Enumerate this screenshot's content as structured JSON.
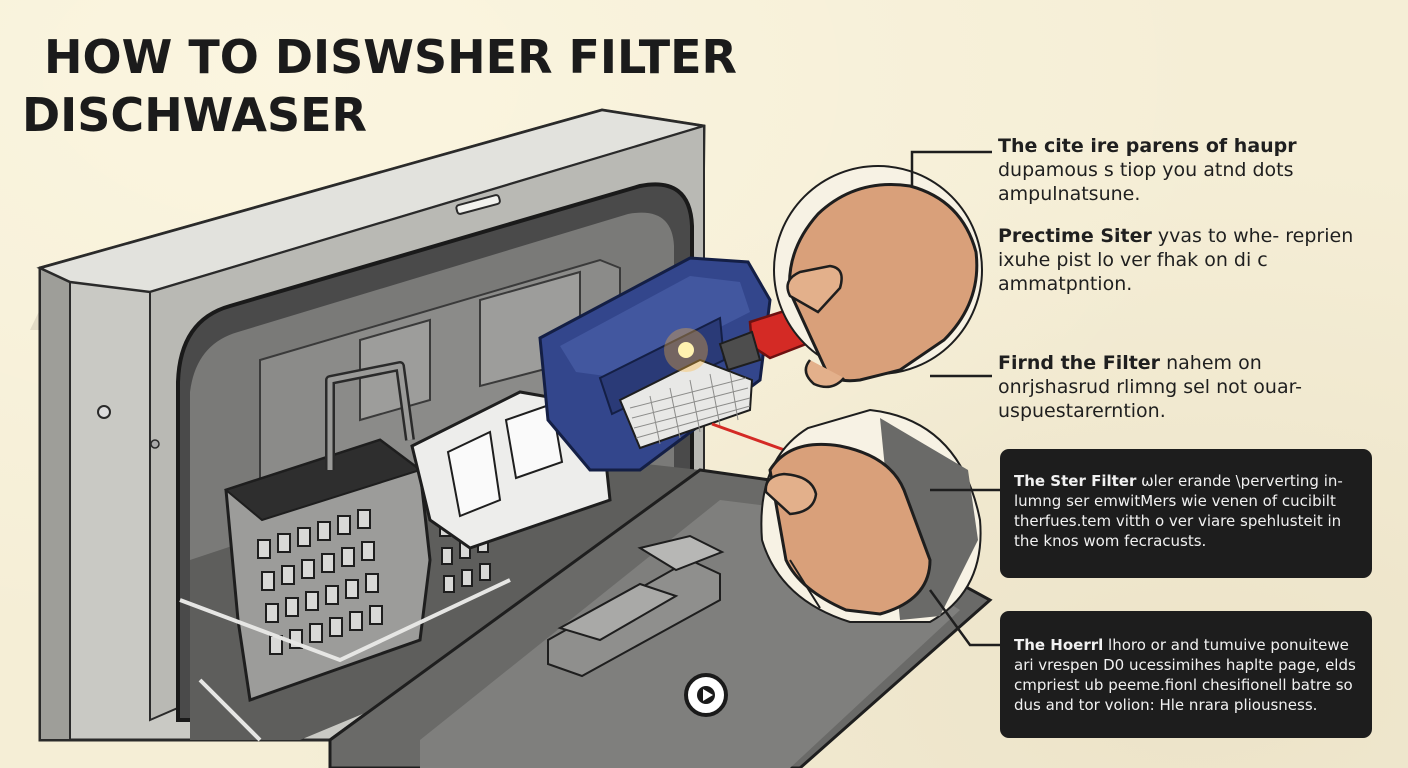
{
  "title": {
    "line1": "HOW TO DISWSHER FILTER",
    "line2": "DISCHWASER"
  },
  "steps": [
    {
      "bold": "The cite ire parens of haupr",
      "body": "dupamous s tiop you atnd dots ampulnatsune."
    },
    {
      "bold": "Prectime Siter",
      "body": " yvas to  whe- reprien ixuhe pist lo ver fhak on di c ammatpntion."
    },
    {
      "bold": "Firnd the Filter",
      "body": " nahem on onrjshasrud rlimng sel not ouar- uspuestarerntion."
    }
  ],
  "callouts": [
    {
      "bold": "The Ster Filter",
      "body": " ωler erande \\perverting in- lumng ser emwitMers wie venen of cucibilt therfues.tem vitth o ver viare spehlusteit in the knos wom fecracusts."
    },
    {
      "bold": "The Hoerrl",
      "body": " lhoro or and tumuive ponuitewe ari vrespen D0 ucessimihes haplte page, elds cmpriest ub peeme.fionl chesifionell batre so dus and tor volion: Hle nrara pliousness."
    }
  ],
  "play_icon": "play-circle-icon",
  "colors": {
    "background": "#f5eed6",
    "filter_housing": "#33468c",
    "filter_tab": "#d42a25",
    "callout_bg": "#1d1d1d",
    "skin": "#d9a07a"
  }
}
